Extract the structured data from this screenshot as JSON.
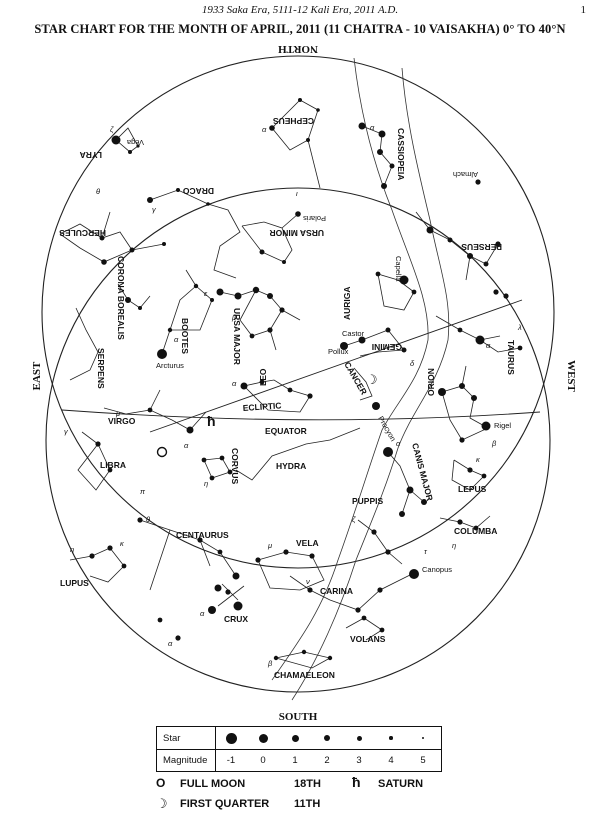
{
  "header": {
    "running_title": "1933 Saka Era, 5111-12 Kali Era, 2011 A.D.",
    "page_number": "1",
    "chart_title": "STAR CHART FOR THE MONTH OF APRIL, 2011 (11 CHAITRA - 10 VAISAKHA) 0° TO 40°N"
  },
  "directions": {
    "north": "NORTH",
    "south": "SOUTH",
    "east": "EAST",
    "west": "WEST"
  },
  "lines": {
    "ecliptic": "ECLIPTIC",
    "equator": "EQUATOR"
  },
  "constellations": [
    "CEPHEUS",
    "CASSIOPEIA",
    "LYRA",
    "DRACO",
    "URSA MINOR",
    "HERCULES",
    "CORONA BOREALIS",
    "PERSEUS",
    "BOOTES",
    "URSA MAJOR",
    "AURIGA",
    "GEMINI",
    "TAURUS",
    "SERPENS",
    "CANCER",
    "LEO",
    "ORION",
    "VIRGO",
    "CORVUS",
    "HYDRA",
    "LIBRA",
    "CANIS MAJOR",
    "LEPUS",
    "PUPPIS",
    "COLUMBA",
    "CENTAURUS",
    "VELA",
    "LUPUS",
    "CARINA",
    "CRUX",
    "VOLANS",
    "CHAMAELEON"
  ],
  "stars": [
    "Vega",
    "Almach",
    "Polaris",
    "Capella",
    "Castor",
    "Pollux",
    "Arcturus",
    "Procyon",
    "Rigel",
    "Canopus"
  ],
  "greek": {
    "alpha": "α",
    "beta": "β",
    "gamma": "γ",
    "delta": "δ",
    "epsilon": "ε",
    "zeta": "ζ",
    "eta": "η",
    "theta": "θ",
    "iota": "ι",
    "kappa": "κ",
    "lambda": "λ",
    "mu": "μ",
    "nu": "ν",
    "pi": "π",
    "sigma": "σ",
    "tau": "τ"
  },
  "legend": {
    "star_label": "Star",
    "magnitude_label": "Magnitude",
    "magnitudes": [
      "-1",
      "0",
      "1",
      "2",
      "3",
      "4",
      "5"
    ]
  },
  "key": {
    "full_moon_symbol": "O",
    "full_moon_text": "FULL  MOON",
    "full_moon_date": "18TH",
    "saturn_symbol": "ħ",
    "saturn_text": "SATURN",
    "first_quarter_symbol": "☽",
    "first_quarter_text": "FIRST QUARTER",
    "first_quarter_date": "11TH"
  }
}
